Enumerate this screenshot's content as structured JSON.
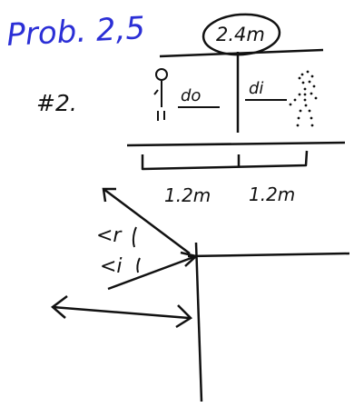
{
  "title": "Prob. 2,5",
  "problem_number": "#2.",
  "circled_length": "2.4m",
  "object_distance_label": "do",
  "image_distance_label": "di",
  "left_segment_length": "1.2m",
  "right_segment_length": "1.2m",
  "reflection_angle_label": "<r",
  "incidence_angle_label": "<i",
  "colors": {
    "title_ink": "#2b2fd6",
    "ink": "#111111",
    "background": "#ffffff"
  }
}
